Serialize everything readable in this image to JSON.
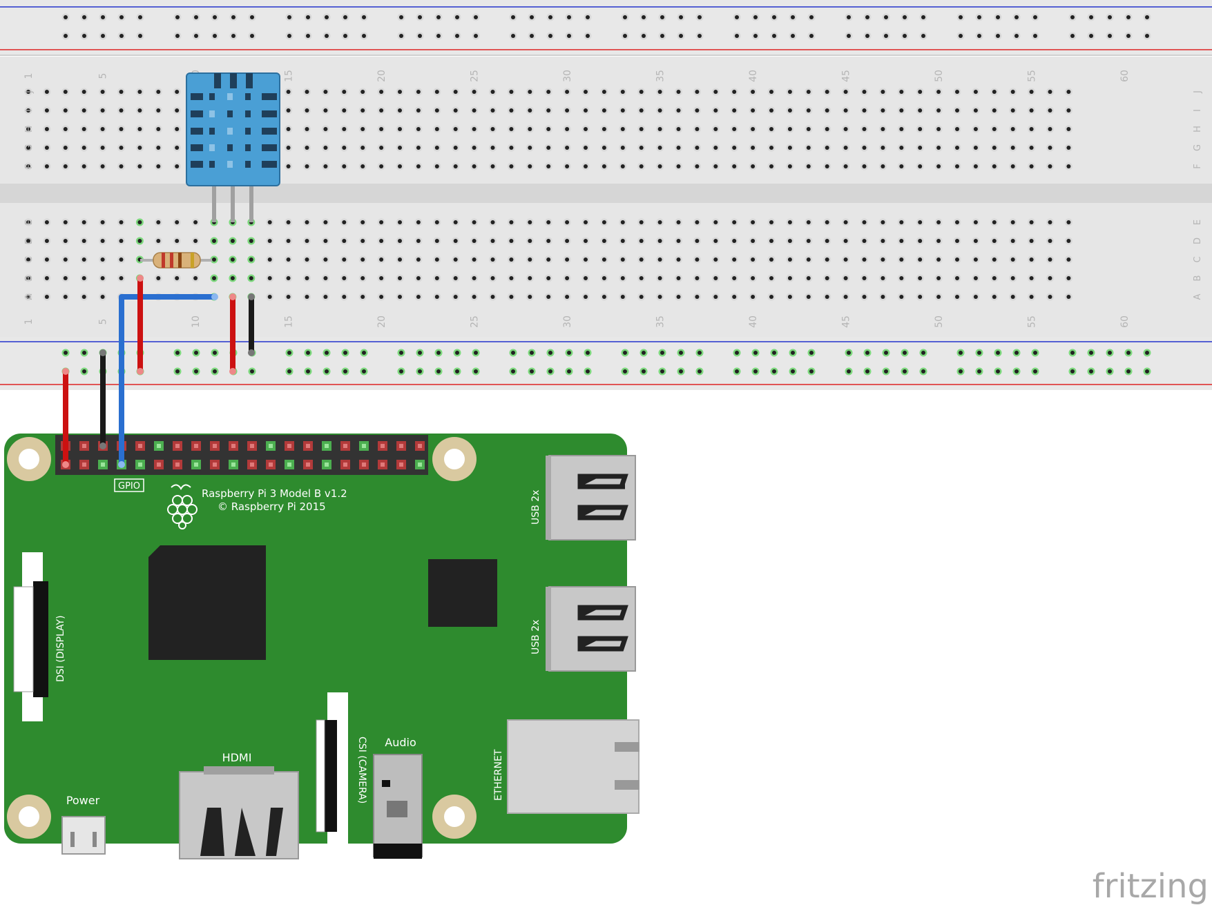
{
  "app": {
    "watermark": "fritzing"
  },
  "breadboard": {
    "column_numbers": [
      "1",
      "5",
      "10",
      "15",
      "20",
      "25",
      "30",
      "35",
      "40",
      "45",
      "50",
      "55",
      "60"
    ],
    "top_row_letters": [
      "J",
      "I",
      "H",
      "G",
      "F"
    ],
    "bottom_row_letters": [
      "E",
      "D",
      "C",
      "B",
      "A"
    ]
  },
  "raspberry_pi": {
    "model_label": "Raspberry Pi 3 Model B v1.2",
    "copyright_label": "© Raspberry Pi 2015",
    "gpio_label": "GPIO",
    "usb_label_1": "USB 2x",
    "usb_label_2": "USB 2x",
    "ethernet_label": "ETHERNET",
    "audio_label": "Audio",
    "hdmi_label": "HDMI",
    "power_label": "Power",
    "dsi_label": "DSI (DISPLAY)",
    "csi_label": "CSI (CAMERA)"
  },
  "components": {
    "sensor": {
      "name": "dht-sensor",
      "color": "#4a9fd5"
    },
    "resistor": {
      "name": "resistor",
      "color": "#d9b27a"
    }
  },
  "wire_colors": {
    "red": "#cc1111",
    "black": "#1a1a1a",
    "blue": "#2a6fd0"
  },
  "colors": {
    "pcb": "#2e8b2e",
    "breadboard": "#e6e6e6",
    "power_rail_red": "#dd2222",
    "power_rail_blue": "#2233cc",
    "connected_hole": "#7dd87d"
  }
}
